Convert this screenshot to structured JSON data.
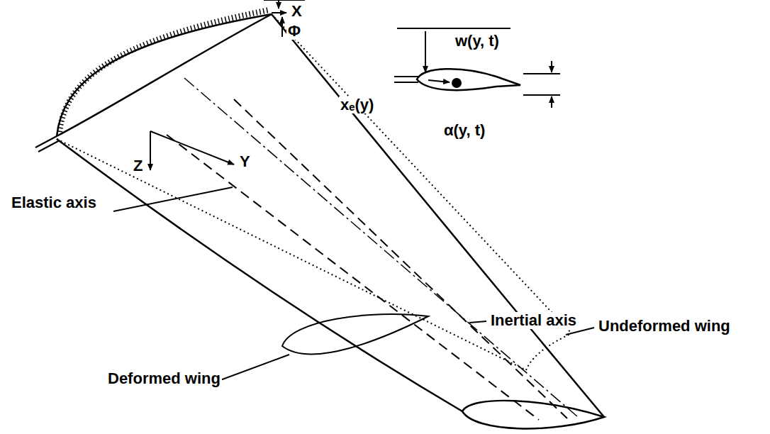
{
  "diagram": {
    "labels": [
      "X",
      "Φ",
      "w(y, t)",
      "xₑ(y)",
      "α(y, t)",
      "Z",
      "Y",
      "Elastic axis",
      "Inertial axis",
      "Undeformed wing",
      "Deformed wing"
    ]
  }
}
